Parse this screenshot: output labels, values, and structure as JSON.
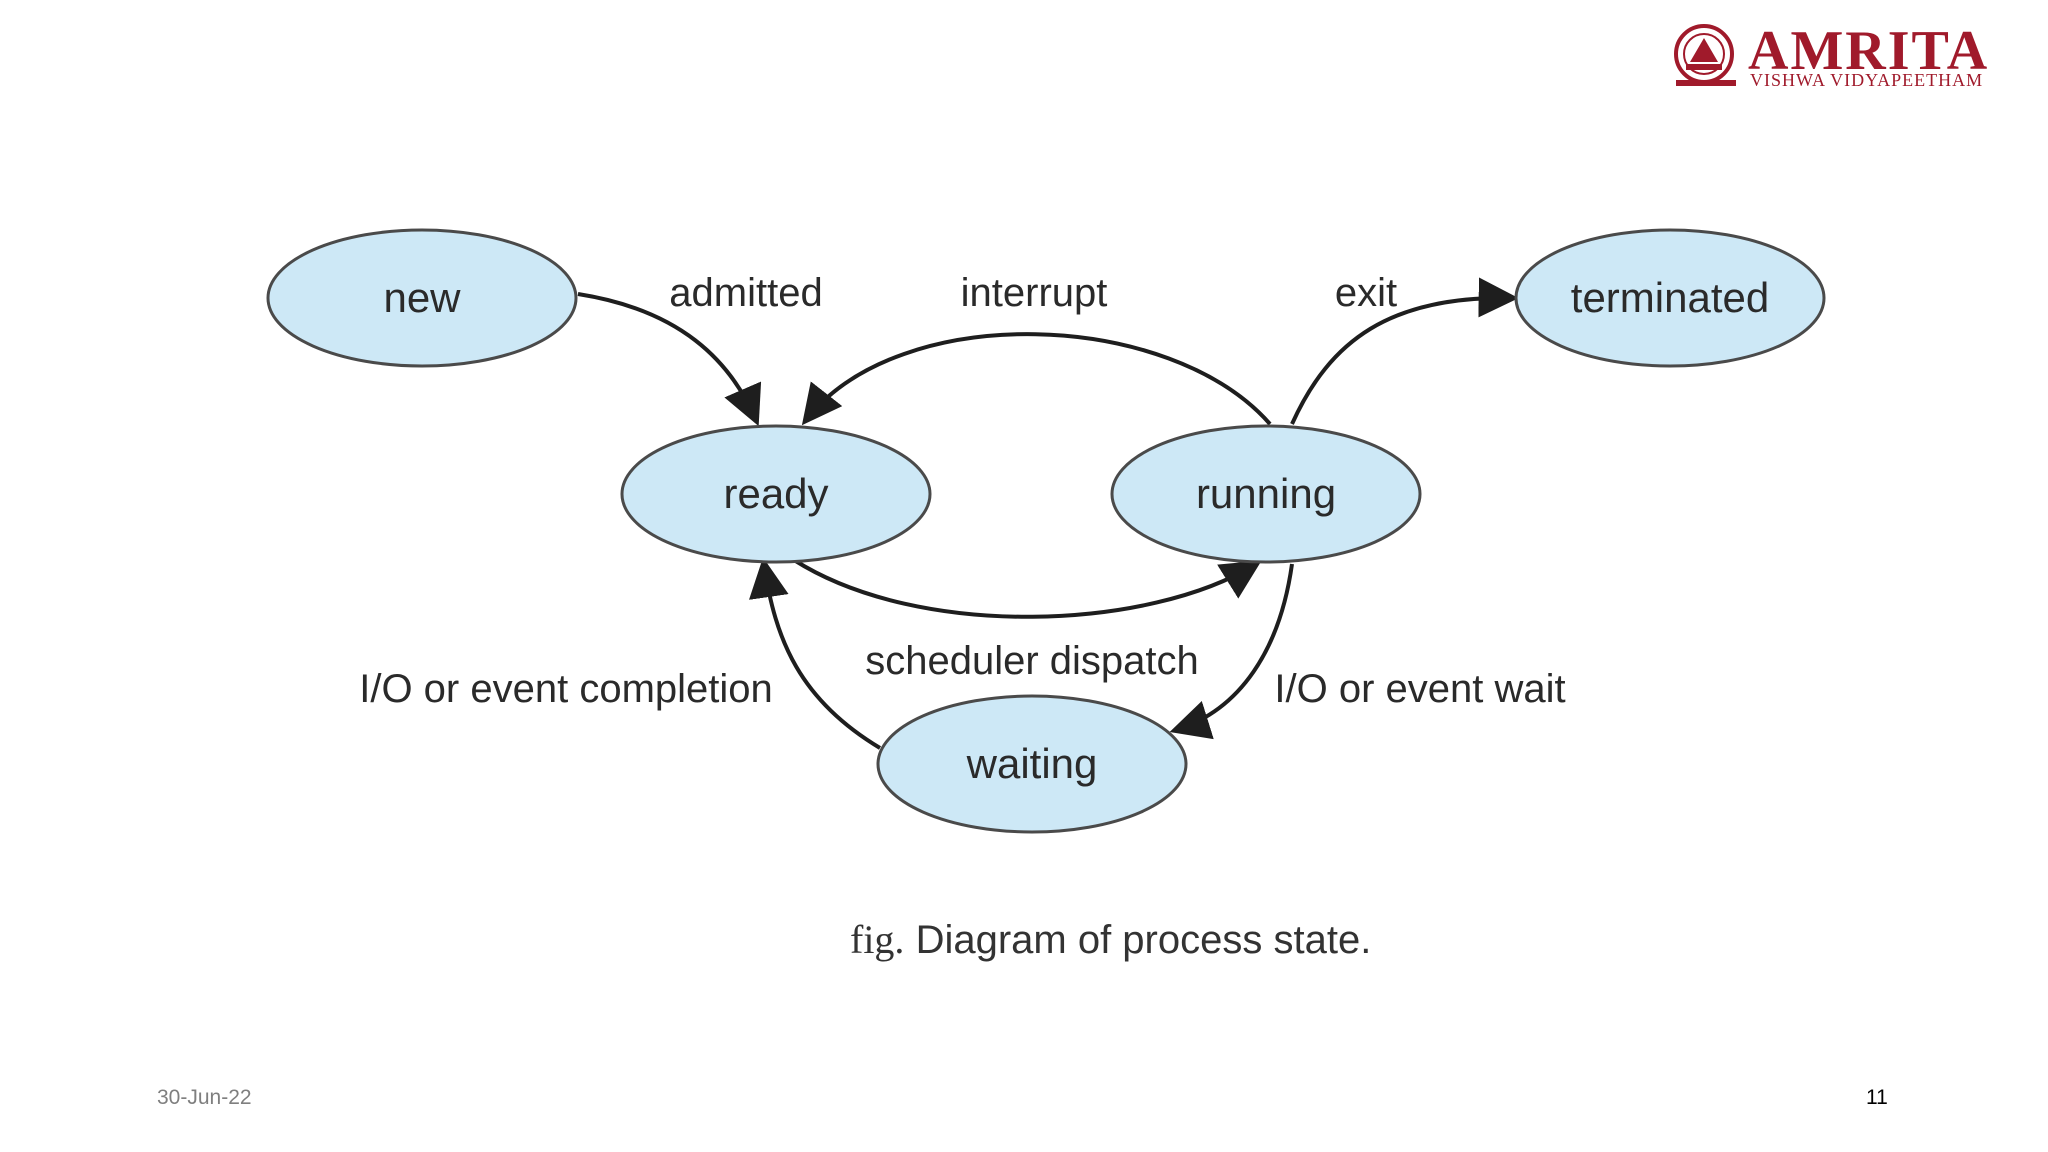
{
  "logo": {
    "wordmark": "AMRITA",
    "subtitle": "VISHWA VIDYAPEETHAM",
    "color": "#a01a2b"
  },
  "diagram": {
    "node_fill": "#cde8f6",
    "node_stroke": "#4a4a4a",
    "nodes": {
      "new": "new",
      "ready": "ready",
      "running": "running",
      "waiting": "waiting",
      "terminated": "terminated"
    },
    "edges": {
      "admitted": "admitted",
      "interrupt": "interrupt",
      "exit": "exit",
      "scheduler_dispatch": "scheduler dispatch",
      "io_completion": "I/O or event completion",
      "io_wait": "I/O or event wait"
    }
  },
  "caption": {
    "prefix": "fig.",
    "text": "Diagram of process state."
  },
  "footer": {
    "date": "30-Jun-22",
    "page": "11"
  }
}
